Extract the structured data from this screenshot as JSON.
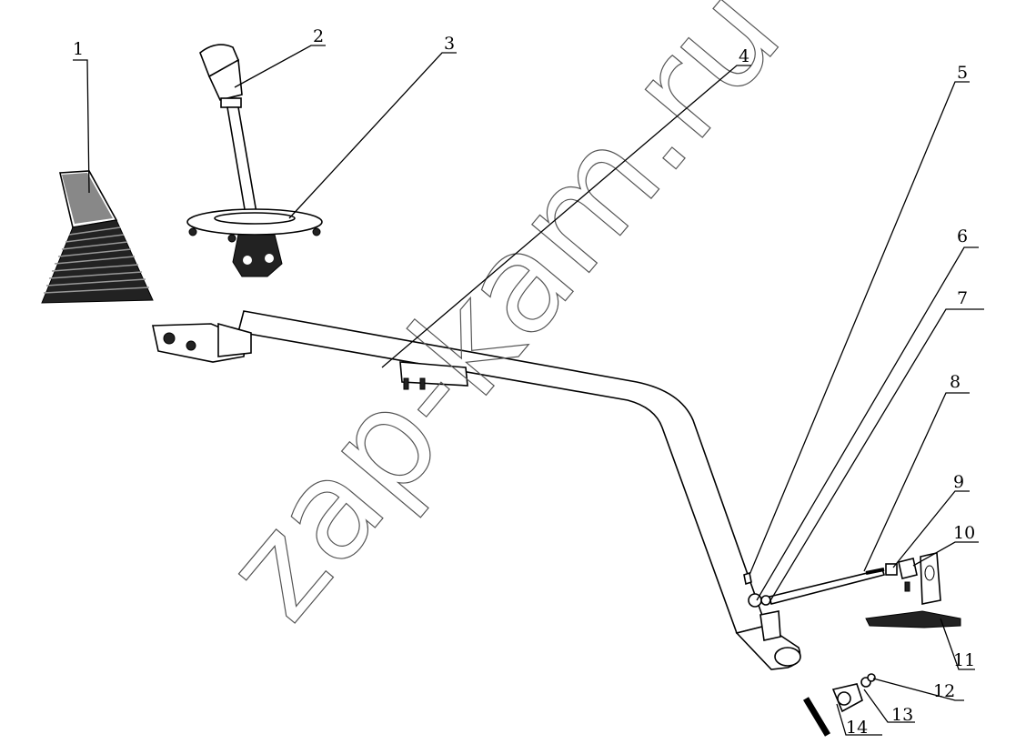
{
  "watermark": "zap-kam.ru",
  "labels": [
    "1",
    "2",
    "3",
    "4",
    "5",
    "6",
    "7",
    "8",
    "9",
    "10",
    "11",
    "12",
    "13",
    "14"
  ]
}
